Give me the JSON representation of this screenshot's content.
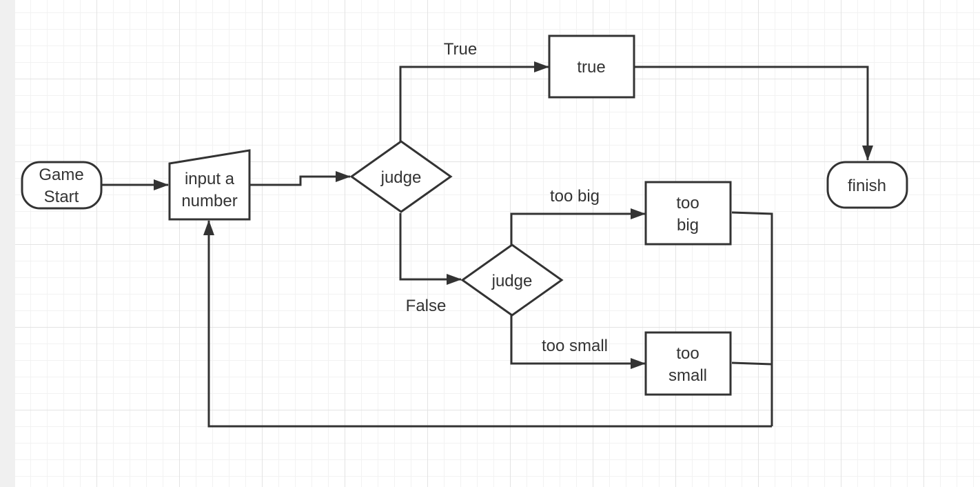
{
  "diagram": {
    "nodes": {
      "start": [
        "Game",
        "Start"
      ],
      "input": [
        "input a",
        "number"
      ],
      "judge1": "judge",
      "judge2": "judge",
      "true_box": "true",
      "too_big": [
        "too",
        "big"
      ],
      "too_small": [
        "too",
        "small"
      ],
      "finish": "finish"
    },
    "edge_labels": {
      "true": "True",
      "false": "False",
      "too_big": "too big",
      "too_small": "too small"
    }
  }
}
